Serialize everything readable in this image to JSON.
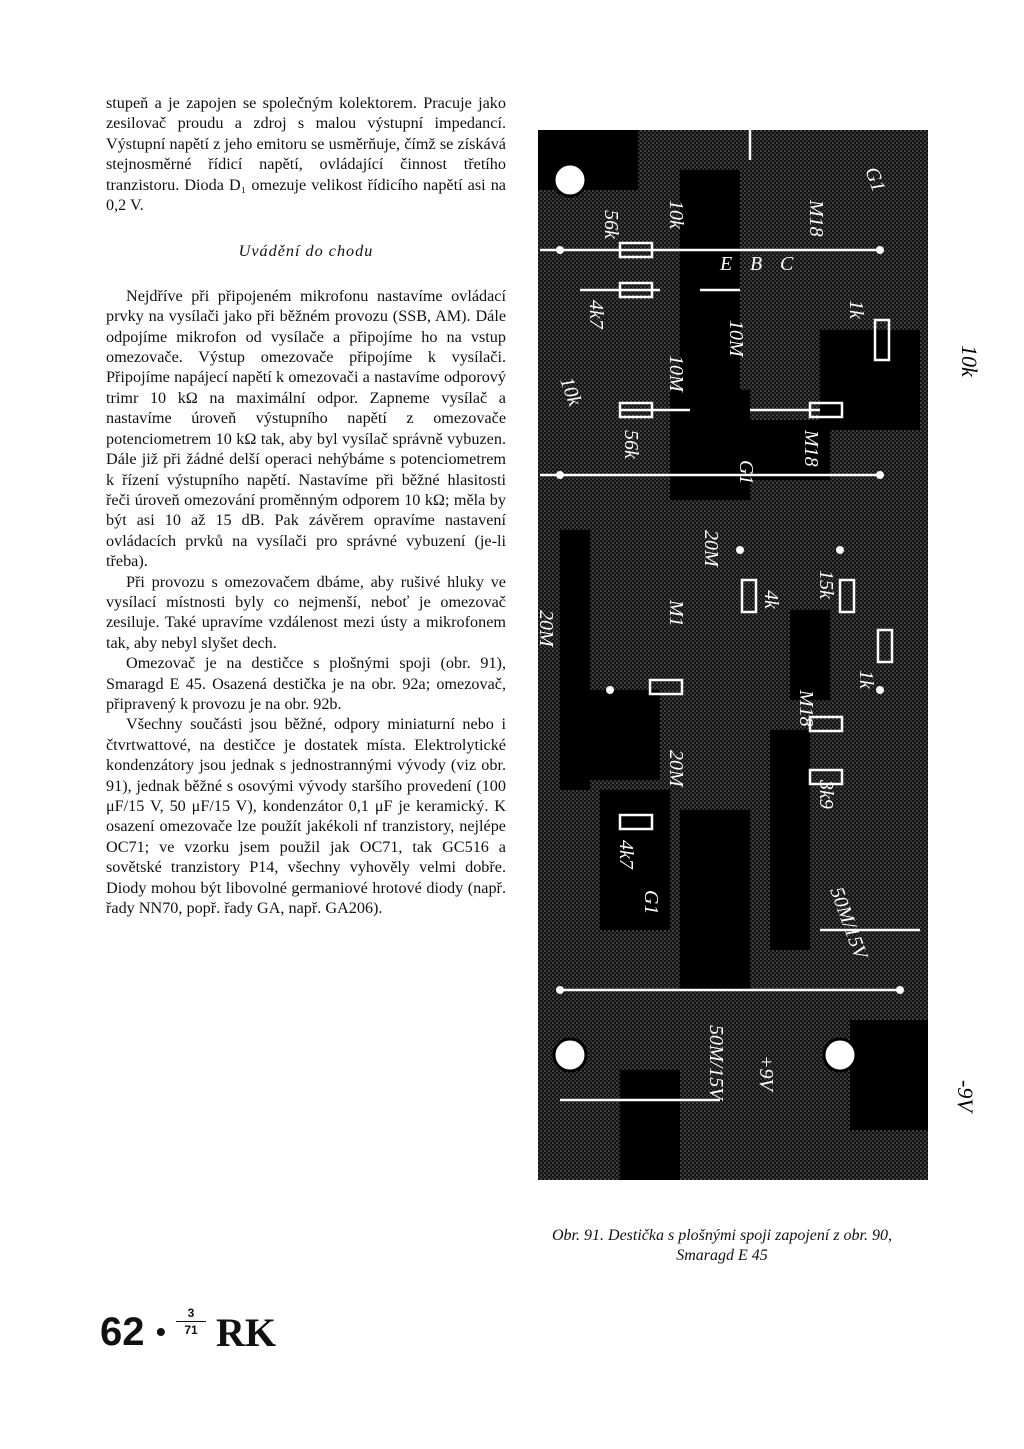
{
  "paragraphs_before": [
    "stupeň a je zapojen se společným kolektorem. Pracuje jako zesilovač proudu a zdroj s malou výstupní impedancí. Výstupní napětí z jeho emitoru se usměrňuje, čímž se získává stejnosměrné řídicí napětí, ovládající činnost třetího tranzistoru. Dioda D₁ omezuje velikost řídicího napětí asi na 0,2 V."
  ],
  "heading": "Uvádění do chodu",
  "paragraphs_after": [
    "Nejdříve při připojeném mikrofonu nastavíme ovládací prvky na vysílači jako při běžném provozu (SSB, AM). Dále odpojíme mikrofon od vysílače a připojíme ho na vstup omezovače. Výstup omezovače připojíme k vysílači. Připojíme napájecí napětí k omezovači a nastavíme odporový trimr 10 kΩ na maximální odpor. Zapneme vysílač a nastavíme úroveň výstupního napětí z omezovače potenciometrem 10 kΩ tak, aby byl vysílač správně vybuzen. Dále již při žádné delší operaci nehýbáme s potenciometrem k řízení výstupního napětí. Nastavíme při běžné hlasitosti řeči úroveň omezování proměnným odporem 10 kΩ; měla by být asi 10 až 15 dB. Pak závěrem opravíme nastavení ovládacích prvků na vysílači pro správné vybuzení (je-li třeba).",
    "Při provozu s omezovačem dbáme, aby rušivé hluky ve vysílací místnosti byly co nejmenší, neboť je omezovač zesiluje. Také upravíme vzdálenost mezi ústy a mikrofonem tak, aby nebyl slyšet dech.",
    "Omezovač je na destičce s plošnými spoji (obr. 91), Smaragd E 45. Osazená destička je na obr. 92a; omezovač, připravený k provozu je na obr. 92b.",
    "Všechny součásti jsou běžné, odpory miniaturní nebo i čtvrtwattové, na destičce je dostatek místa. Elektrolytické kondenzátory jsou jednak s jednostrannými vývody (viz obr. 91), jednak běžné s osovými vývody staršího provedení (100 μF/15 V, 50 μF/15 V), kondenzátor 0,1 μF je keramický. K osazení omezovače lze použít jakékoli nf tranzistory, nejlépe OC71; ve vzorku jsem použil jak OC71, tak GC516 a sovětské tranzistory P14, všechny vyhověly velmi dobře. Diody mohou být libovolné germaniové hrotové diody (např. řady NN70, popř. řady GA, např. GA206)."
  ],
  "caption": "Obr. 91. Destička s plošnými spoji zapojení z obr. 90, Smaragd E 45",
  "footer": {
    "page_number": "62",
    "bullet": "•",
    "issue_top": "3",
    "issue_bottom": "71",
    "logo_text": "RK"
  },
  "pcb_labels": {
    "r1": "10k",
    "r2": "56k",
    "r3": "M18",
    "r4": "G1",
    "r5": "4k7",
    "r6": "10k",
    "r7": "1k",
    "r8": "56k",
    "r9": "M18",
    "r10": "G1",
    "r11": "20M",
    "r12": "15k",
    "r13": "4k",
    "r14": "M1",
    "r15": "1k",
    "r16": "M18",
    "r17": "3k9",
    "r18": "20M",
    "r19": "4k7",
    "r20": "50M/15V",
    "r21": "50M/15V",
    "r22": "+9V",
    "r23": "20M",
    "r24": "10M",
    "r25": "10M",
    "r26": "G1",
    "t1": "E",
    "t2": "B",
    "t3": "C",
    "ext_pot": "10k",
    "ext_cap": "M1",
    "ext_supply": "-9V"
  }
}
